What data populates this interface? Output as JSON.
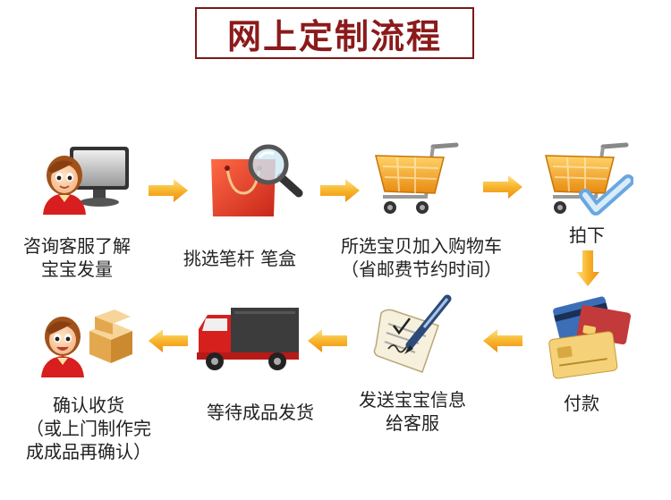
{
  "title": "网上定制流程",
  "steps": [
    {
      "label_lines": [
        "咨询客服了解",
        "宝宝发量"
      ],
      "icon": "customer-service-computer-icon"
    },
    {
      "label_lines": [
        "挑选笔杆 笔盒"
      ],
      "icon": "shopping-bag-magnifier-icon"
    },
    {
      "label_lines": [
        "所选宝贝加入购物车",
        "（省邮费节约时间）"
      ],
      "icon": "shopping-cart-icon"
    },
    {
      "label_lines": [
        "拍下"
      ],
      "icon": "cart-checkmark-icon"
    },
    {
      "label_lines": [
        "付款"
      ],
      "icon": "credit-cards-icon"
    },
    {
      "label_lines": [
        "发送宝宝信息",
        "给客服"
      ],
      "icon": "document-pen-icon"
    },
    {
      "label_lines": [
        "等待成品发货"
      ],
      "icon": "delivery-truck-icon"
    },
    {
      "label_lines": [
        "确认收货",
        "（或上门制作完",
        "成成品再确认）"
      ],
      "icon": "customer-packages-icon"
    }
  ],
  "colors": {
    "title": "#8b1a1a",
    "arrow": "#f5a623",
    "bag": "#e8402a",
    "cart": "#f4a21e",
    "truck": "#d6201e"
  }
}
